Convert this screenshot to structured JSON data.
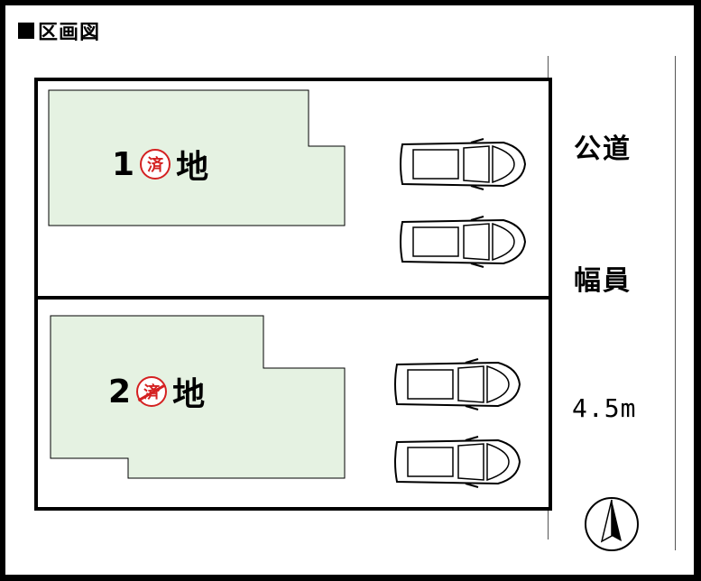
{
  "title": "区画図",
  "lots": [
    {
      "number": "1",
      "stamp": "済",
      "suffix": "地"
    },
    {
      "number": "2",
      "stamp": "済",
      "suffix": "地"
    }
  ],
  "road": {
    "name": "公道",
    "width_label": "幅員",
    "width_value": "4.5m"
  },
  "colors": {
    "building_fill": "#e5f2e2",
    "stamp_red": "#d42121",
    "frame": "#000000"
  },
  "icons": [
    "car-icon",
    "north-arrow-icon"
  ]
}
